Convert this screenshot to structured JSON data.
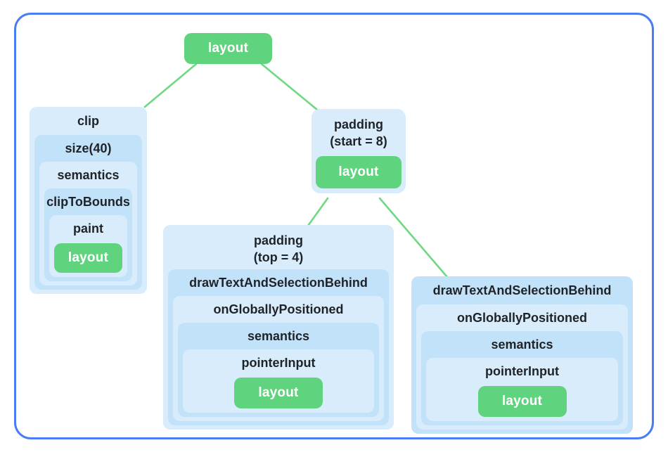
{
  "diagram": {
    "description": "modifier-node tree",
    "root": {
      "label": "layout"
    },
    "clip": {
      "levels": [
        "clip",
        "size(40)",
        "semantics",
        "clipToBounds",
        "paint"
      ],
      "leaf": "layout"
    },
    "padding_start": {
      "title": "padding",
      "subtitle": "(start = 8)",
      "leaf": "layout"
    },
    "padding_top": {
      "title": "padding",
      "subtitle": "(top = 4)",
      "levels": [
        "drawTextAndSelectionBehind",
        "onGloballyPositioned",
        "semantics",
        "pointerInput"
      ],
      "leaf": "layout"
    },
    "draw_text": {
      "levels": [
        "drawTextAndSelectionBehind",
        "onGloballyPositioned",
        "semantics",
        "pointerInput"
      ],
      "leaf": "layout"
    }
  },
  "colors": {
    "frame_border": "#4a7cf2",
    "box_light": "#d9ecfc",
    "box_dark": "#c2e2fa",
    "node_green": "#60d37e",
    "edge_green": "#6ed882",
    "text": "#1f2328"
  }
}
